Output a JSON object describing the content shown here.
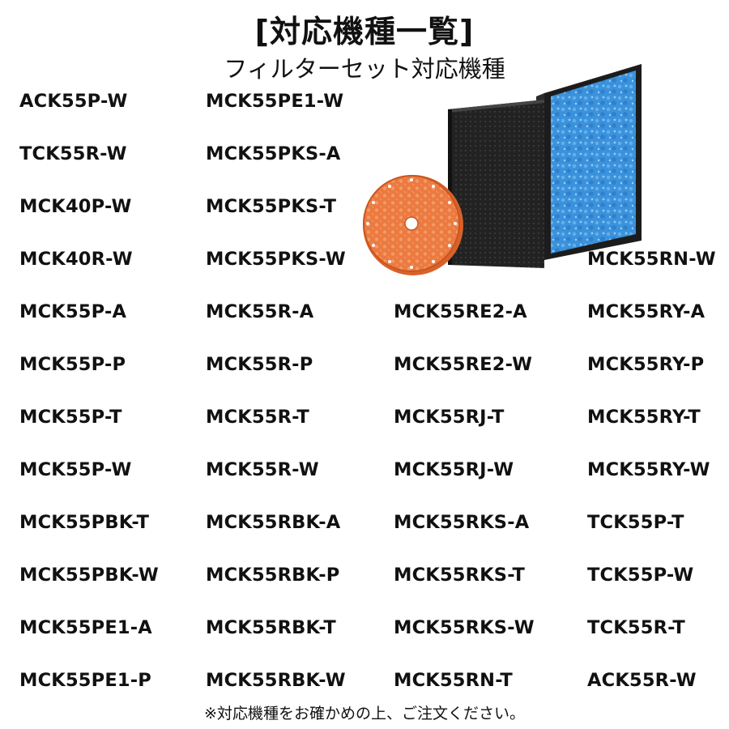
{
  "header": {
    "title": "[対応機種一覧]",
    "subtitle": "フィルターセット対応機種"
  },
  "columns": [
    [
      "ACK55P-W",
      "TCK55R-W",
      "MCK40P-W",
      "MCK40R-W",
      "MCK55P-A",
      "MCK55P-P",
      "MCK55P-T",
      "MCK55P-W",
      "MCK55PBK-T",
      "MCK55PBK-W",
      "MCK55PE1-A",
      "MCK55PE1-P"
    ],
    [
      "MCK55PE1-W",
      "MCK55PKS-A",
      "MCK55PKS-T",
      "MCK55PKS-W",
      "MCK55R-A",
      "MCK55R-P",
      "MCK55R-T",
      "MCK55R-W",
      "MCK55RBK-A",
      "MCK55RBK-P",
      "MCK55RBK-T",
      "MCK55RBK-W"
    ],
    [
      "MCK55RE2-A",
      "MCK55RE2-W",
      "MCK55RJ-T",
      "MCK55RJ-W",
      "MCK55RKS-A",
      "MCK55RKS-T",
      "MCK55RKS-W",
      "MCK55RN-T"
    ],
    [
      "MCK55RN-W",
      "MCK55RY-A",
      "MCK55RY-P",
      "MCK55RY-T",
      "MCK55RY-W",
      "TCK55P-T",
      "TCK55P-W",
      "TCK55R-T",
      "ACK55R-W"
    ]
  ],
  "footer": {
    "note": "※対応機種をお確かめの上、ご注文ください。"
  },
  "colors": {
    "text": "#111111",
    "humidifier_filter": "#e8743c",
    "dust_filter": "#3a8fd8",
    "deodorizing_filter": "#1e1e1e"
  }
}
